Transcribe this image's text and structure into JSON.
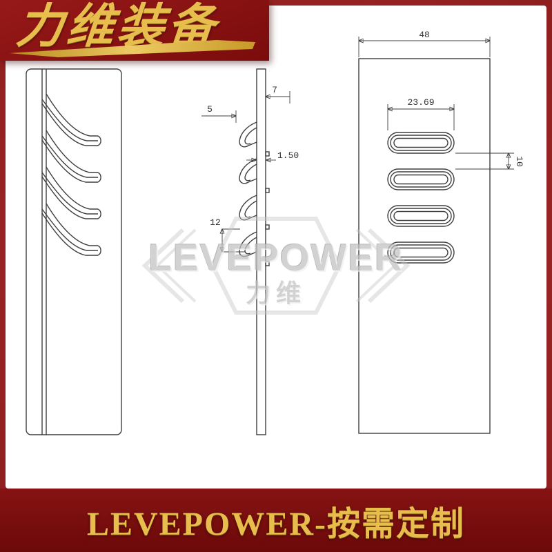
{
  "banner": {
    "logo_text": "力维装备"
  },
  "watermark": {
    "main": "LEVEPOWER",
    "sub": "力维"
  },
  "footer": {
    "text": "LEVEPOWER-按需定制"
  },
  "colors": {
    "frame_red": "#8d1d1d",
    "banner_red": "#7b0c0c",
    "footer_red": "#6c0909",
    "gold": "#e7bd4d",
    "drawing_line": "#3f3f3f",
    "watermark_gray": "#c2c2c2"
  },
  "dimensions": {
    "front_overall_width": "48",
    "slot_length": "23.69",
    "slot_gap": "10",
    "louver_depth": "7",
    "louver_offset": "5",
    "material_thickness": "1.50",
    "louver_pitch": "12"
  }
}
